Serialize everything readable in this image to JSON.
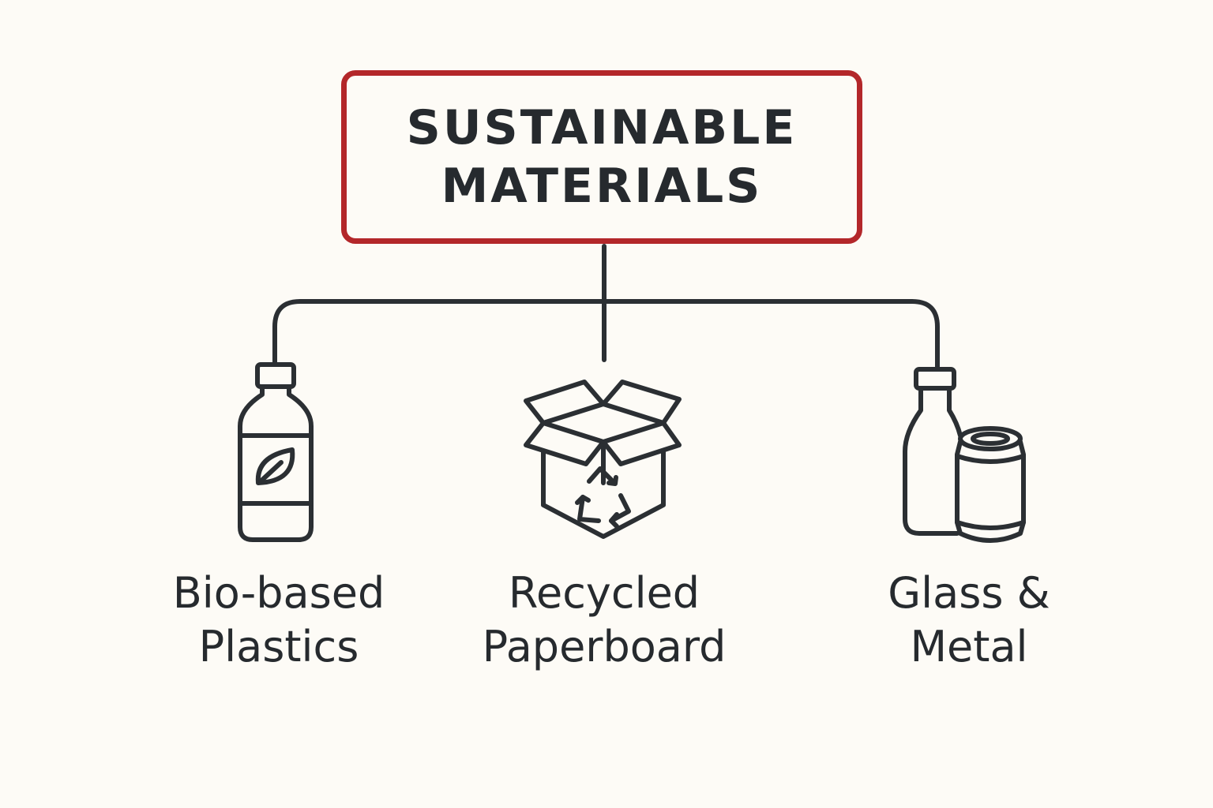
{
  "title": {
    "line1": "SUSTAINABLE",
    "line2": "MATERIALS"
  },
  "nodes": [
    {
      "line1": "Bio-based",
      "line2": "Plastics",
      "icon": "plastic-bottle-leaf-icon"
    },
    {
      "line1": "Recycled",
      "line2": "Paperboard",
      "icon": "cardboard-box-recycle-icon"
    },
    {
      "line1": "Glass &",
      "line2": "Metal",
      "icon": "glass-bottle-and-can-icon"
    }
  ],
  "colors": {
    "background": "#fdfbf6",
    "title_border": "#b3272a",
    "ink": "#262a2e"
  }
}
